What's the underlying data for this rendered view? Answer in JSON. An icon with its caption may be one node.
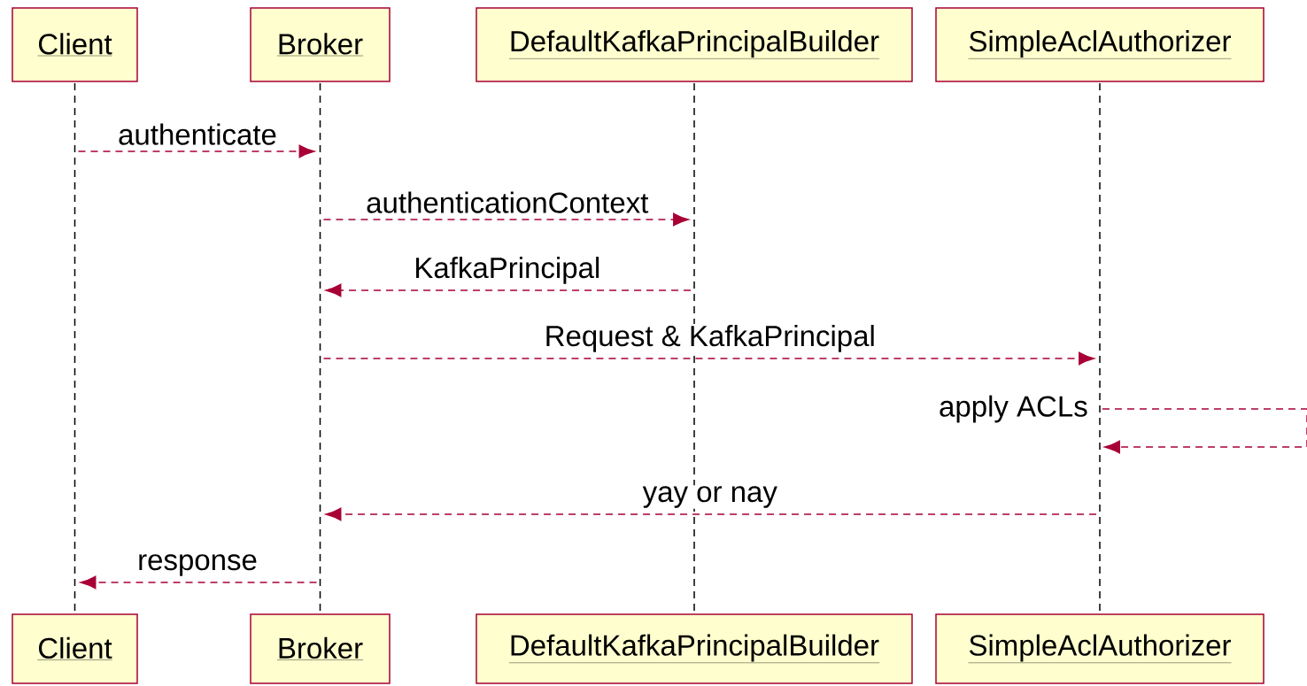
{
  "diagram": {
    "nodes": [
      {
        "text": [
          "Client"
        ]
      },
      {
        "text": [
          "Broker"
        ]
      },
      {
        "text": [
          "DefaultKafkaPrincipalBuilder"
        ]
      },
      {
        "text": [
          "SimpleAclAuthorizer"
        ]
      },
      {
        "text": [],
        "shape": "line"
      },
      {
        "text": [],
        "shape": "line"
      },
      {
        "text": [],
        "shape": "line"
      },
      {
        "text": [],
        "shape": "line"
      },
      {
        "text": [
          "Client"
        ]
      },
      {
        "text": [
          "Broker"
        ]
      },
      {
        "text": [
          "DefaultKafkaPrincipalBuilder"
        ]
      },
      {
        "text": [
          "SimpleAclAuthorizer"
        ]
      }
    ],
    "edges": [
      {
        "from": 4,
        "to": 5,
        "arrow": "to",
        "label": "authenticate",
        "style": "dashed"
      },
      {
        "from": 5,
        "to": 6,
        "arrow": "to",
        "label": "authenticationContext",
        "style": "dashed"
      },
      {
        "from": 6,
        "to": 5,
        "arrow": "to",
        "label": "KafkaPrincipal",
        "style": "dashed"
      },
      {
        "from": 5,
        "to": 7,
        "arrow": "to",
        "label": "Request & KafkaPrincipal",
        "style": "dashed"
      },
      {
        "from": 7,
        "to": 7,
        "arrow": "to",
        "label": "apply ACLs",
        "style": "dashed"
      },
      {
        "from": 7,
        "to": 5,
        "arrow": "to",
        "label": "yay or nay",
        "style": "dashed"
      },
      {
        "from": 5,
        "to": 4,
        "arrow": "to",
        "label": "response",
        "style": "dashed"
      }
    ]
  }
}
